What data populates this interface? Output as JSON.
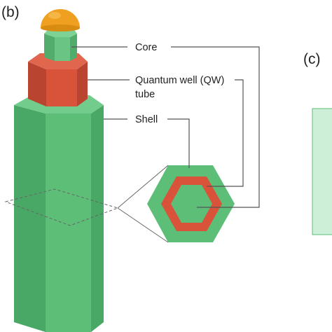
{
  "panels": {
    "b_label": "(b)",
    "c_label": "(c)"
  },
  "labels": {
    "core": "Core",
    "qw_line1": "Quantum well (QW)",
    "qw_line2": "tube",
    "shell": "Shell"
  },
  "colors": {
    "shell_front": "#5dbe78",
    "shell_side": "#4aa866",
    "shell_top": "#72cc8c",
    "qw_front": "#d9533a",
    "qw_side": "#b94530",
    "qw_top": "#e0674d",
    "core_front": "#6ac484",
    "core_side": "#52ad6c",
    "cap": "#f0a020",
    "panel_c_fill": "#cdeed7",
    "panel_c_stroke": "#5dbe78",
    "leader": "#555555"
  }
}
